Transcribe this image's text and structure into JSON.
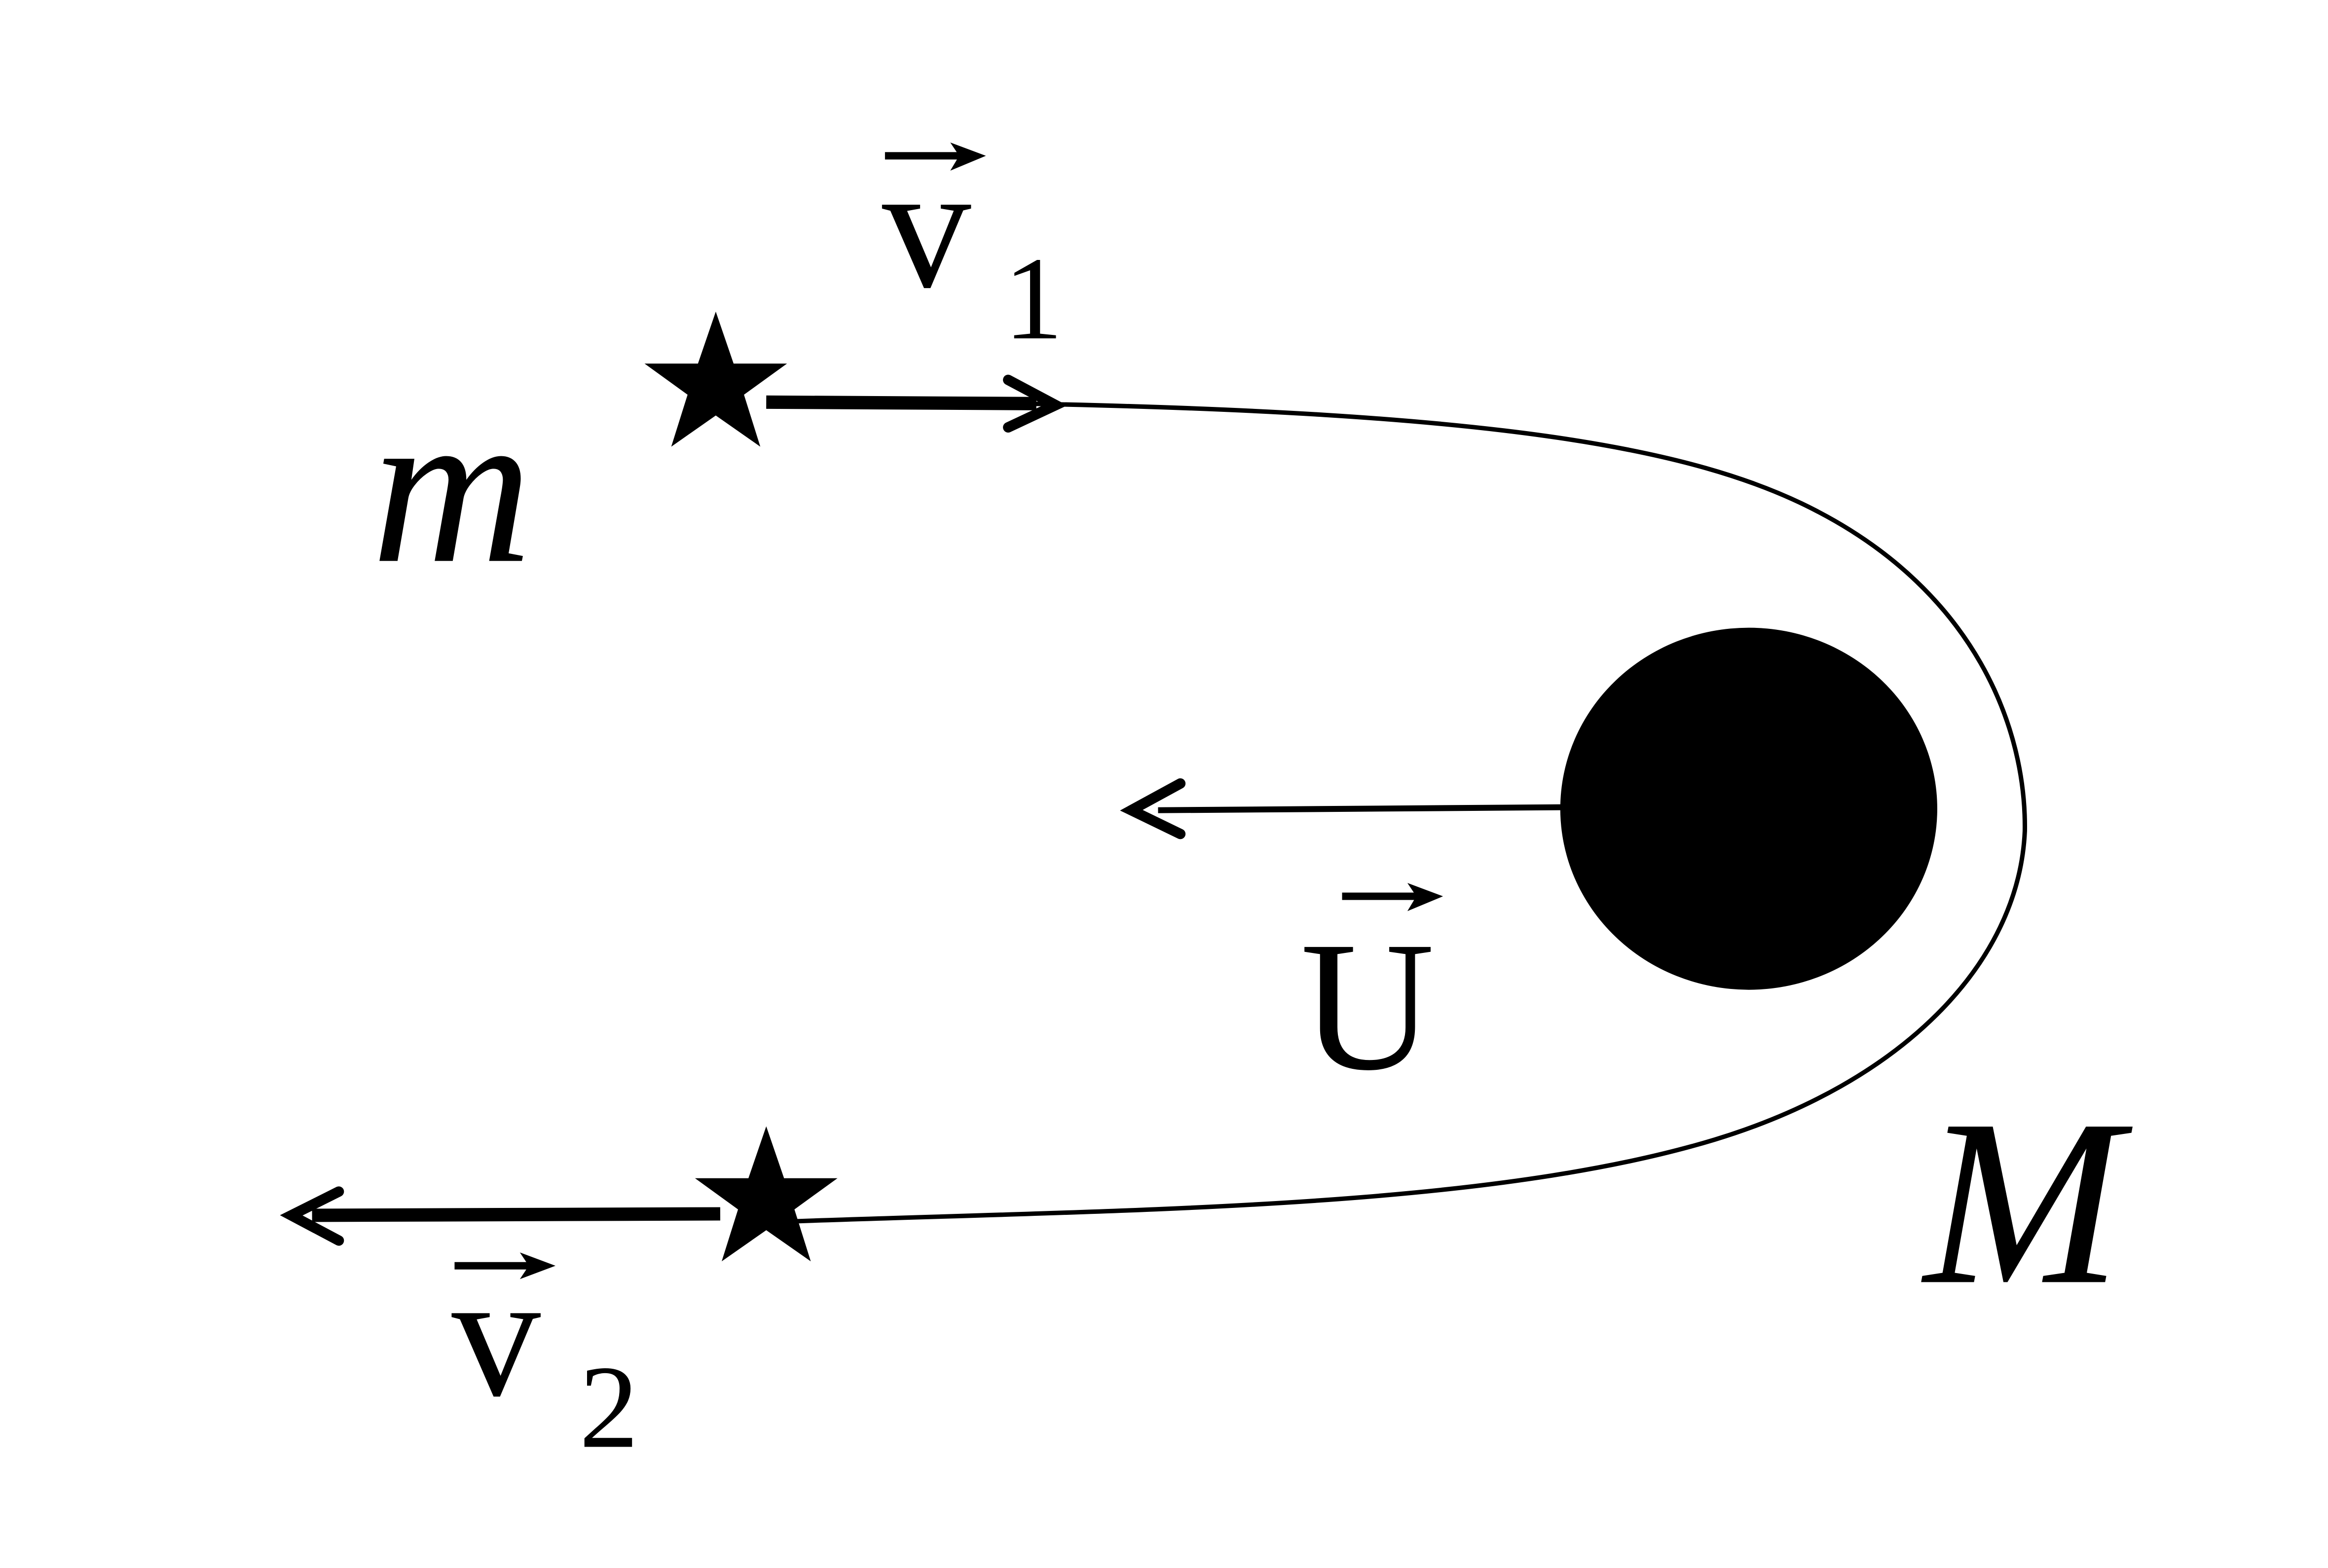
{
  "labels": {
    "small_mass": "m",
    "large_mass": "M",
    "v1_symbol": "v",
    "v1_subscript": "1",
    "v2_symbol": "v",
    "v2_subscript": "2",
    "u_symbol": "U"
  },
  "icons": {
    "small_body_marker": "star-icon",
    "large_body": "filled-circle",
    "vector_arrow": "arrow-icon"
  },
  "colors": {
    "ink": "#000000",
    "background": "#ffffff"
  }
}
